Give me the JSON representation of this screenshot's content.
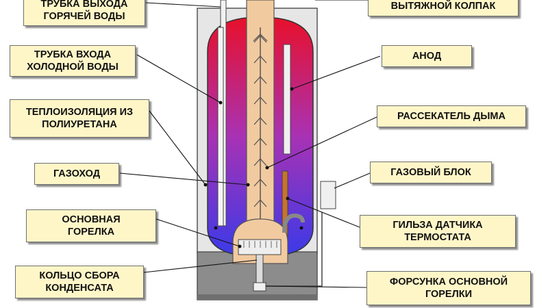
{
  "labels": {
    "hot_water_outlet": [
      "ТРУБКА ВЫХОДА",
      "ГОРЯЧЕЙ ВОДЫ"
    ],
    "cold_water_inlet": [
      "ТРУБКА ВХОДА",
      "ХОЛОДНОЙ ВОДЫ"
    ],
    "insulation": [
      "ТЕПЛОИЗОЛЯЦИЯ ИЗ",
      "ПОЛИУРЕТАНА"
    ],
    "flue": [
      "ГАЗОХОД"
    ],
    "main_burner": [
      "ОСНОВНАЯ",
      "ГОРЕЛКА"
    ],
    "condensate_ring": [
      "КОЛЬЦО СБОРА",
      "КОНДЕНСАТА"
    ],
    "draft_hood": [
      "ВЫТЯЖНОЙ КОЛПАК"
    ],
    "anode": [
      "АНОД"
    ],
    "smoke_baffle": [
      "РАССЕКАТЕЛЬ ДЫМА"
    ],
    "gas_block": [
      "ГАЗОВЫЙ БЛОК"
    ],
    "thermostat_well": [
      "ГИЛЬЗА ДАТЧИКА",
      "ТЕРМОСТАТА"
    ],
    "main_burner_nozzle": [
      "ФОРСУНКА ОСНОВНОЙ",
      "ГОРЕЛКИ"
    ]
  },
  "colors": {
    "label_fill": "#fff6c8",
    "tank_hot": "#e8102a",
    "tank_cold": "#3a3ae8",
    "flue_pipe": "#f2caa0",
    "casing": "#e6e6e6",
    "base": "#8c8c8c"
  }
}
